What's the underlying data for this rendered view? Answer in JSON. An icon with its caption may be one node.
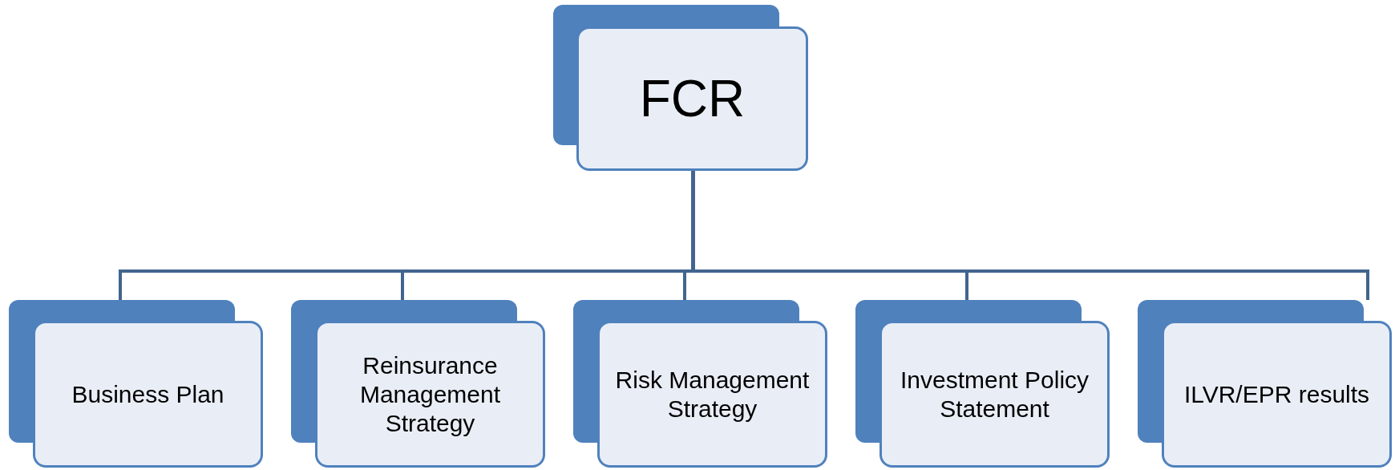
{
  "diagram": {
    "nodes": [
      {
        "text": [
          "FCR"
        ]
      },
      {
        "text": [
          "Business Plan"
        ]
      },
      {
        "text": [
          "Reinsurance Management Strategy"
        ]
      },
      {
        "text": [
          "Risk Management Strategy"
        ]
      },
      {
        "text": [
          "Investment Policy Statement"
        ]
      },
      {
        "text": [
          "ILVR/EPR results"
        ]
      }
    ],
    "edges": [
      {
        "from": 0,
        "to": 1,
        "arrow": "none"
      },
      {
        "from": 0,
        "to": 2,
        "arrow": "none"
      },
      {
        "from": 0,
        "to": 3,
        "arrow": "none"
      },
      {
        "from": 0,
        "to": 4,
        "arrow": "none"
      },
      {
        "from": 0,
        "to": 5,
        "arrow": "none"
      }
    ]
  }
}
